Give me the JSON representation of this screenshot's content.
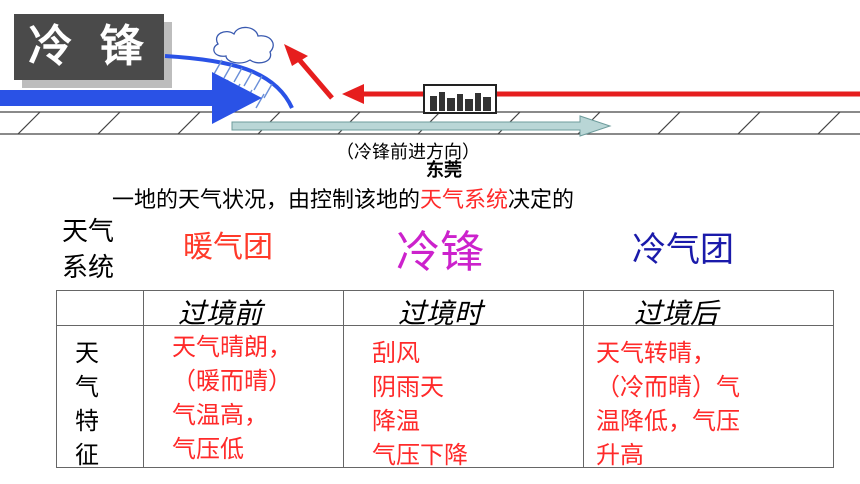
{
  "title": "冷 锋",
  "scene": {
    "direction_label": "（冷锋前进方向）",
    "city_label": "东莞",
    "colors": {
      "cold_arrow": "#2a52e6",
      "warm_arrow": "#e61e1e",
      "updraft_arrow": "#e61e1e",
      "front_arrow": "#9fc6c6"
    }
  },
  "intro": {
    "prefix": "一地的天气状况，由控制该地的",
    "highlight": "天气系统",
    "suffix": "决定的"
  },
  "systems": {
    "label": "天气系统",
    "warm_air_mass": "暖气团",
    "cold_front": "冷锋",
    "cold_air_mass": "冷气团"
  },
  "table": {
    "row_label": "天气特征",
    "columns": [
      "过境前",
      "过境时",
      "过境后"
    ],
    "before": [
      "天气晴朗，",
      "（暖而晴）",
      "气温高，",
      "气压低"
    ],
    "during": [
      "刮风",
      "阴雨天",
      "降温",
      "气压下降"
    ],
    "after": [
      "天气转晴，",
      "（冷而晴）气",
      "温降低，气压",
      "升高"
    ]
  }
}
